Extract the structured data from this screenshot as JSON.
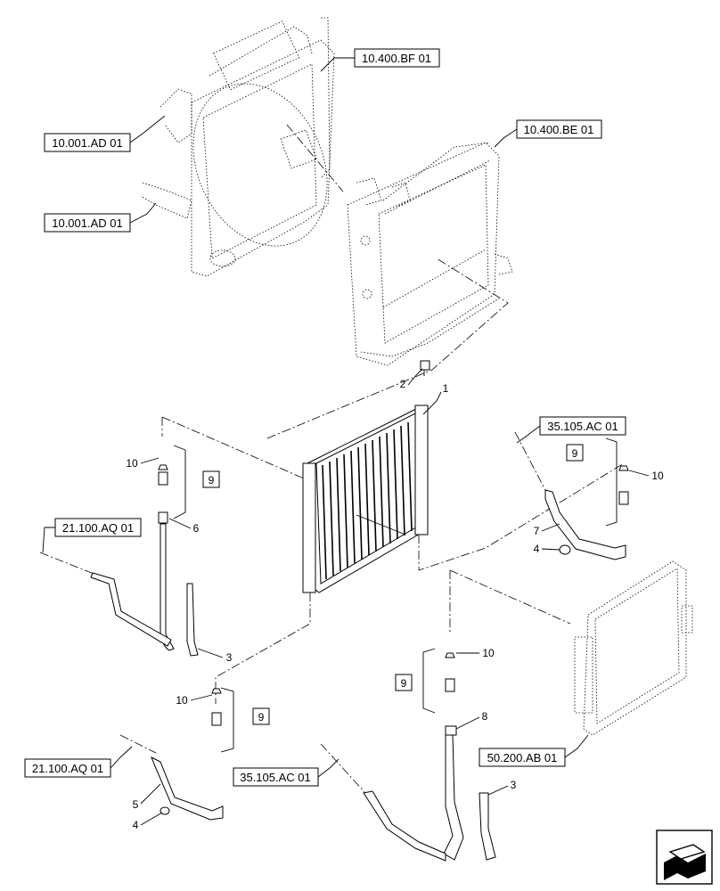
{
  "references": {
    "bf01": "10.400.BF 01",
    "ad01_upper": "10.001.AD 01",
    "ad01_lower": "10.001.AD 01",
    "be01": "10.400.BE 01",
    "ac01_right": "35.105.AC 01",
    "aq01_upper": "21.100.AQ 01",
    "aq01_lower": "21.100.AQ 01",
    "ab01": "50.200.AB 01",
    "ac01_bottom": "35.105.AC 01"
  },
  "callouts": {
    "c1": "1",
    "c2": "2",
    "c3a": "3",
    "c3b": "3",
    "c4a": "4",
    "c4b": "4",
    "c5": "5",
    "c6": "6",
    "c7": "7",
    "c8": "8",
    "c10a": "10",
    "c10b": "10",
    "c10c": "10",
    "c10d": "10"
  },
  "kit_boxes": {
    "k9a": "9",
    "k9b": "9",
    "k9c": "9",
    "k9d": "9"
  },
  "icons": {
    "nav": "arrow-view-icon"
  }
}
